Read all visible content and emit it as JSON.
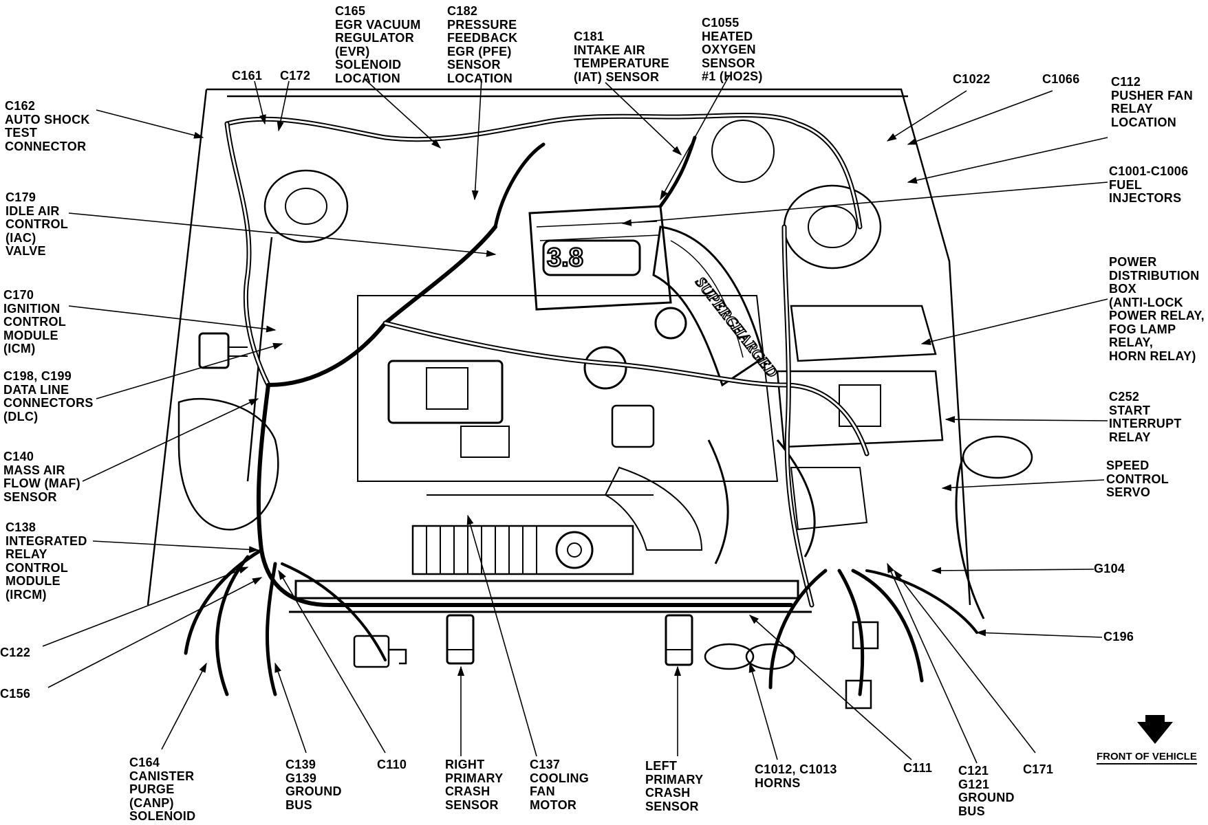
{
  "engine_badge": "3.8",
  "engine_script": "SUPERCHARGED",
  "front_of_vehicle": "FRONT OF VEHICLE",
  "labels": [
    {
      "id": "c165",
      "lines": [
        "C165",
        "EGR VACUUM",
        "REGULATOR",
        "(EVR)",
        "SOLENOID",
        "LOCATION"
      ]
    },
    {
      "id": "c182",
      "lines": [
        "C182",
        "PRESSURE",
        "FEEDBACK",
        "EGR (PFE)",
        "SENSOR",
        "LOCATION"
      ]
    },
    {
      "id": "c1055",
      "lines": [
        "C1055",
        "HEATED",
        "OXYGEN",
        "SENSOR",
        "#1 (HO2S)"
      ]
    },
    {
      "id": "c181",
      "lines": [
        "C181",
        "INTAKE AIR",
        "TEMPERATURE",
        "(IAT) SENSOR"
      ]
    },
    {
      "id": "c161",
      "lines": [
        "C161"
      ]
    },
    {
      "id": "c172",
      "lines": [
        "C172"
      ]
    },
    {
      "id": "c162",
      "lines": [
        "C162",
        "AUTO SHOCK",
        "TEST",
        "CONNECTOR"
      ]
    },
    {
      "id": "c1022",
      "lines": [
        "C1022"
      ]
    },
    {
      "id": "c1066",
      "lines": [
        "C1066"
      ]
    },
    {
      "id": "c112",
      "lines": [
        "C112",
        "PUSHER FAN",
        "RELAY",
        "LOCATION"
      ]
    },
    {
      "id": "c1001",
      "lines": [
        "C1001-C1006",
        "FUEL",
        "INJECTORS"
      ]
    },
    {
      "id": "c179",
      "lines": [
        "C179",
        "IDLE AIR",
        "CONTROL",
        "(IAC)",
        "VALVE"
      ]
    },
    {
      "id": "pdb",
      "lines": [
        "POWER",
        "DISTRIBUTION",
        "BOX",
        "(ANTI-LOCK",
        "POWER RELAY,",
        "FOG LAMP",
        "RELAY,",
        "HORN RELAY)"
      ]
    },
    {
      "id": "c170",
      "lines": [
        "C170",
        "IGNITION",
        "CONTROL",
        "MODULE",
        "(ICM)"
      ]
    },
    {
      "id": "c198",
      "lines": [
        "C198, C199",
        "DATA LINE",
        "CONNECTORS",
        "(DLC)"
      ]
    },
    {
      "id": "c252",
      "lines": [
        "C252",
        "START",
        "INTERRUPT",
        "RELAY"
      ]
    },
    {
      "id": "c140",
      "lines": [
        "C140",
        "MASS AIR",
        "FLOW (MAF)",
        "SENSOR"
      ]
    },
    {
      "id": "speed",
      "lines": [
        "SPEED",
        "CONTROL",
        "SERVO"
      ]
    },
    {
      "id": "c138",
      "lines": [
        "C138",
        "INTEGRATED",
        "RELAY",
        "CONTROL",
        "MODULE",
        "(IRCM)"
      ]
    },
    {
      "id": "g104",
      "lines": [
        "G104"
      ]
    },
    {
      "id": "c122",
      "lines": [
        "C122"
      ]
    },
    {
      "id": "c196",
      "lines": [
        "C196"
      ]
    },
    {
      "id": "c156",
      "lines": [
        "C156"
      ]
    },
    {
      "id": "c164",
      "lines": [
        "C164",
        "CANISTER",
        "PURGE",
        "(CANP)",
        "SOLENOID"
      ]
    },
    {
      "id": "c139",
      "lines": [
        "C139",
        "G139",
        "GROUND",
        "BUS"
      ]
    },
    {
      "id": "c110",
      "lines": [
        "C110"
      ]
    },
    {
      "id": "right_crash",
      "lines": [
        "RIGHT",
        "PRIMARY",
        "CRASH",
        "SENSOR"
      ]
    },
    {
      "id": "c137",
      "lines": [
        "C137",
        "COOLING",
        "FAN",
        "MOTOR"
      ]
    },
    {
      "id": "left_crash",
      "lines": [
        "LEFT",
        "PRIMARY",
        "CRASH",
        "SENSOR"
      ]
    },
    {
      "id": "c1012",
      "lines": [
        "C1012, C1013",
        "HORNS"
      ]
    },
    {
      "id": "c111",
      "lines": [
        "C111"
      ]
    },
    {
      "id": "c121",
      "lines": [
        "C121",
        "G121",
        "GROUND",
        "BUS"
      ]
    },
    {
      "id": "c171",
      "lines": [
        "C171"
      ]
    }
  ]
}
